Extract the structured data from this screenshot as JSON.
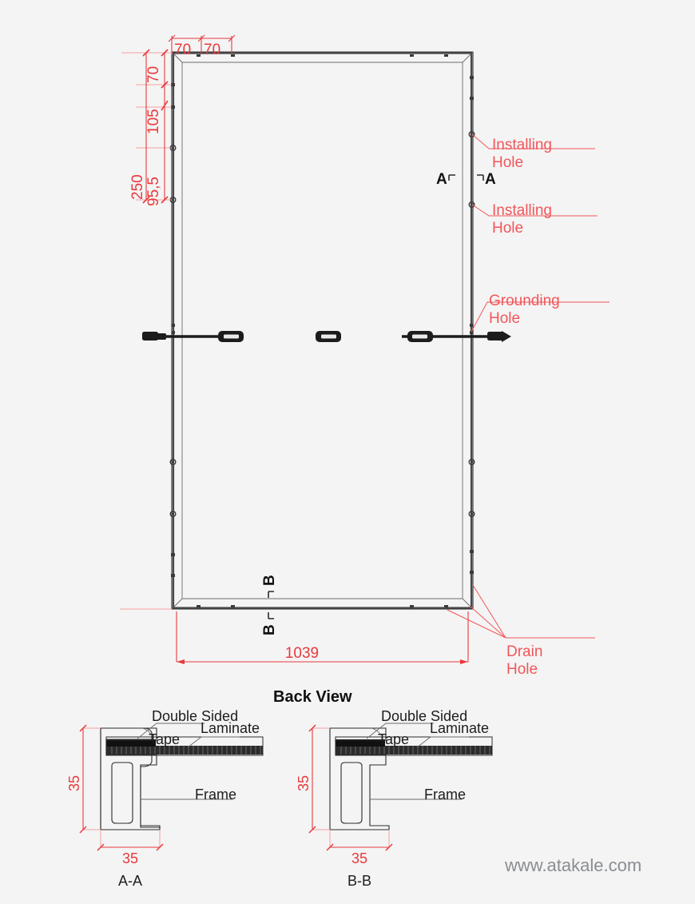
{
  "drawing": {
    "title": "Back View",
    "watermark": "www.atakale.com",
    "background_color": "#f4f4f4",
    "dimension_color": "#e8393c",
    "note_color": "#f2565a",
    "line_color": "#2b2b2b"
  },
  "back_view": {
    "top_dimensions": [
      {
        "label": "70"
      },
      {
        "label": "70"
      }
    ],
    "left_dimensions": [
      {
        "label": "70"
      },
      {
        "label": "105"
      },
      {
        "label": "95,5"
      },
      {
        "label": "250"
      }
    ],
    "bottom_dimension": {
      "label": "1039"
    },
    "section_marks": [
      {
        "label": "A"
      },
      {
        "label": "A"
      },
      {
        "label": "B"
      },
      {
        "label": "B"
      }
    ],
    "callouts": [
      {
        "line1": "Installing",
        "line2": "Hole"
      },
      {
        "line1": "Installing",
        "line2": "Hole"
      },
      {
        "line1": "Grounding",
        "line2": "Hole"
      },
      {
        "line1": "Drain",
        "line2": "Hole"
      }
    ]
  },
  "sections": [
    {
      "name": "A-A",
      "labels": {
        "tape_line1": "Double Sided",
        "tape_line2": "Tape",
        "laminate": "Laminate",
        "frame": "Frame"
      },
      "dim_height": "35",
      "dim_width": "35"
    },
    {
      "name": "B-B",
      "labels": {
        "tape_line1": "Double Sided",
        "tape_line2": "Tape",
        "laminate": "Laminate",
        "frame": "Frame"
      },
      "dim_height": "35",
      "dim_width": "35"
    }
  ]
}
